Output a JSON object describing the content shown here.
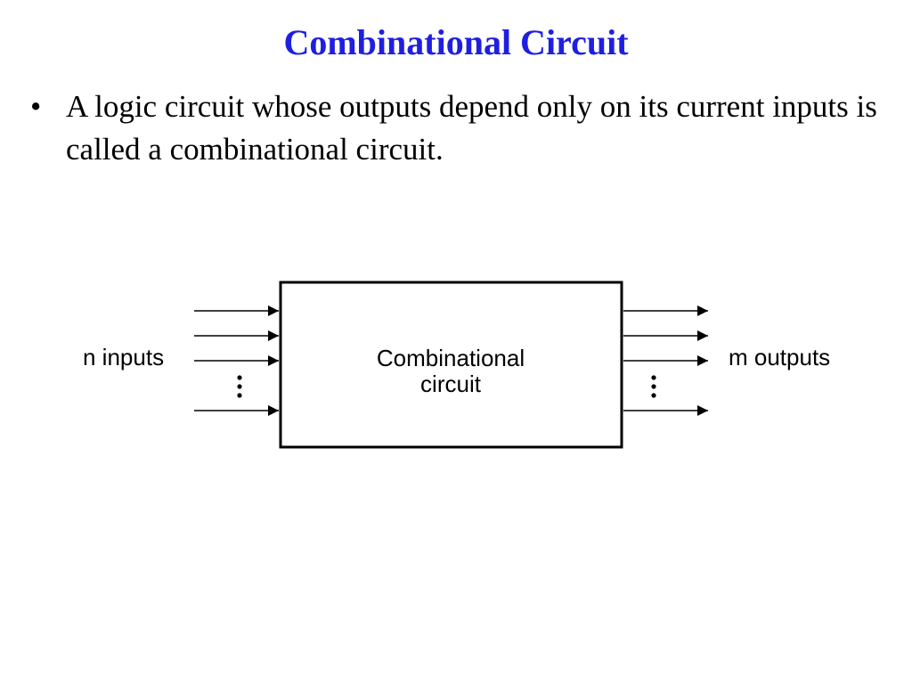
{
  "slide": {
    "title": "Combinational Circuit",
    "bullets": [
      {
        "mark": "•",
        "text": "A logic circuit whose outputs depend only on its current inputs is called a combinational circuit."
      }
    ]
  },
  "diagram": {
    "block_label_line1": "Combinational",
    "block_label_line2": "circuit",
    "inputs_label": "n inputs",
    "outputs_label": "m outputs",
    "colors": {
      "stroke": "#000000"
    }
  }
}
